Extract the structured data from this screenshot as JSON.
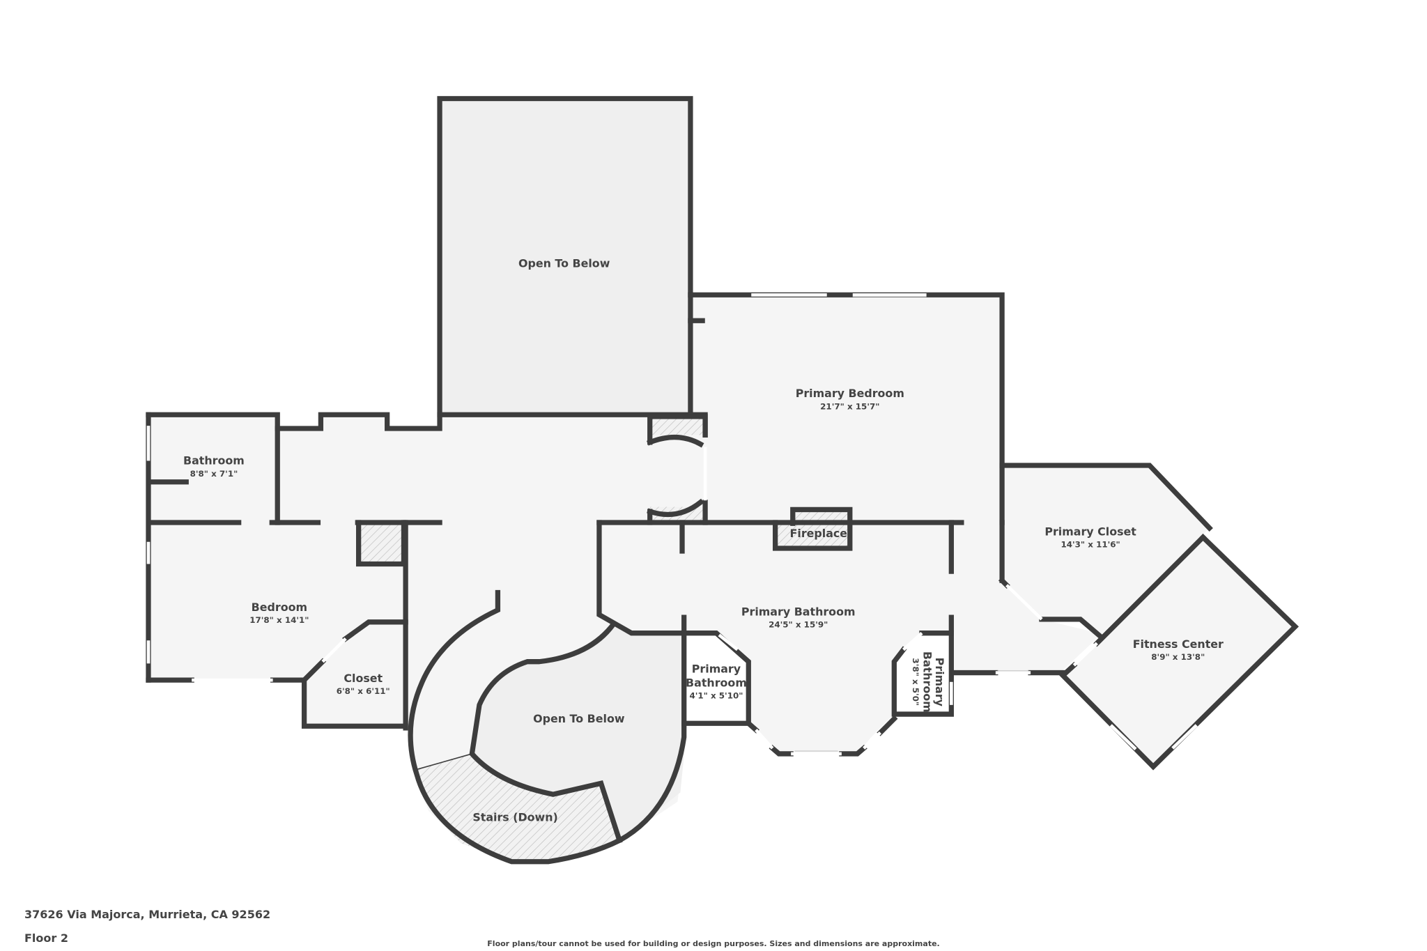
{
  "floorplan": {
    "floor_label": "Floor 2",
    "address": "37626 Via Majorca, Murrieta, CA 92562",
    "disclaimer": "Floor plans/tour cannot be used for building or design purposes. Sizes and dimensions are approximate.",
    "colors": {
      "wall": "#3d3d3d",
      "room_fill": "#f5f5f5",
      "open_fill": "#efefef",
      "text": "#444444",
      "background": "#ffffff"
    },
    "rooms": [
      {
        "id": "open-to-below-upper",
        "name": "Open To Below",
        "dimensions": ""
      },
      {
        "id": "primary-bedroom",
        "name": "Primary Bedroom",
        "dimensions": "21'7\" x 15'7\""
      },
      {
        "id": "bathroom",
        "name": "Bathroom",
        "dimensions": "8'8\" x 7'1\""
      },
      {
        "id": "bedroom",
        "name": "Bedroom",
        "dimensions": "17'8\" x 14'1\""
      },
      {
        "id": "closet",
        "name": "Closet",
        "dimensions": "6'8\" x 6'11\""
      },
      {
        "id": "fireplace",
        "name": "Fireplace",
        "dimensions": ""
      },
      {
        "id": "primary-closet",
        "name": "Primary Closet",
        "dimensions": "14'3\" x 11'6\""
      },
      {
        "id": "primary-bathroom",
        "name": "Primary Bathroom",
        "dimensions": "24'5\" x 15'9\""
      },
      {
        "id": "primary-bathroom-small-left",
        "name_line1": "Primary",
        "name_line2": "Bathroom",
        "dimensions": "4'1\" x 5'10\""
      },
      {
        "id": "primary-bathroom-small-right",
        "name_line1": "Primary",
        "name_line2": "Bathroom",
        "dimensions": "3'8\" x 5'0\""
      },
      {
        "id": "fitness-center",
        "name": "Fitness Center",
        "dimensions": "8'9\" x 13'8\""
      },
      {
        "id": "open-to-below-lower",
        "name": "Open To Below",
        "dimensions": ""
      },
      {
        "id": "stairs-down",
        "name": "Stairs (Down)",
        "dimensions": ""
      }
    ]
  }
}
